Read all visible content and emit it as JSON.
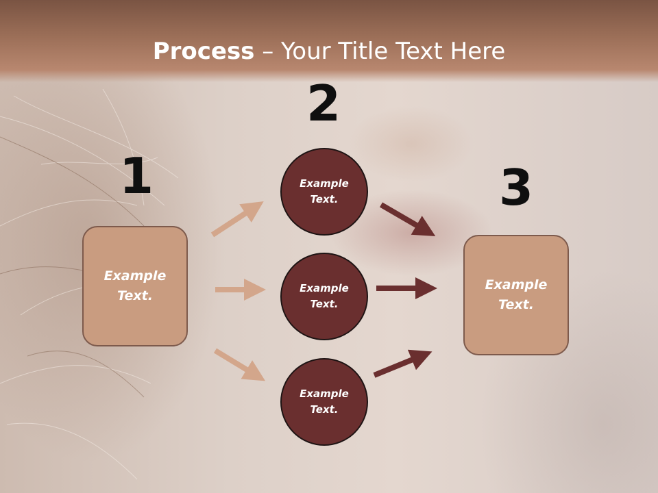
{
  "title": {
    "bold": "Process",
    "rest": " – Your Title Text Here"
  },
  "steps": {
    "one": "1",
    "two": "2",
    "three": "3"
  },
  "nodes": {
    "left_box": [
      "Example",
      "Text."
    ],
    "circle_top": [
      "Example",
      "Text."
    ],
    "circle_middle": [
      "Example",
      "Text."
    ],
    "circle_bottom": [
      "Example",
      "Text."
    ],
    "right_box": [
      "Example",
      "Text."
    ]
  },
  "colors": {
    "header": "#9c6f58",
    "box_fill": "#c99c80",
    "circle_fill": "#6a2f2f",
    "arrow_light": "#d3a68b",
    "arrow_dark": "#6a2f2f"
  }
}
